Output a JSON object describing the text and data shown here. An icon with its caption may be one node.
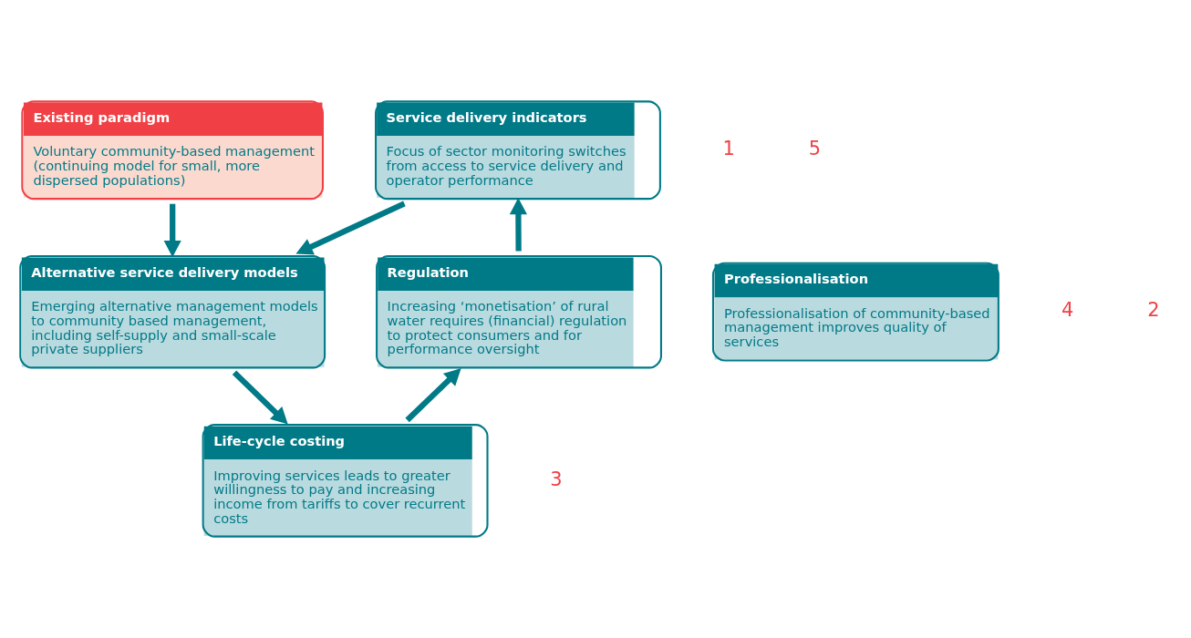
{
  "diagram": {
    "nodes": [
      {
        "text": [
          "Existing paradigm",
          "Voluntary community-based management (continuing model for small, more dispersed populations)"
        ]
      },
      {
        "text": [
          "Service delivery indicators",
          "Focus of sector monitoring switches from access to service delivery and operator performance"
        ]
      },
      {
        "text": [
          "Alternative service delivery models",
          "Emerging alternative management models to community based management, including self-supply and small-scale private suppliers"
        ]
      },
      {
        "text": [
          "Professionalisation",
          "Professionalisation of community-based management improves quality of services"
        ]
      },
      {
        "text": [
          "Regulation",
          "Increasing ‘monetisation’ of rural water requires (financial) regulation to protect consumers and for performance oversight"
        ]
      },
      {
        "text": [
          "Life-cycle costing",
          "Improving services leads to greater willingness to pay and increasing income from tariffs to cover recurrent costs"
        ]
      }
    ],
    "edges": [
      {
        "from": 0,
        "to": 2,
        "arrow": "to"
      },
      {
        "from": 1,
        "to": 2,
        "arrow": "to"
      },
      {
        "from": 2,
        "to": 5,
        "arrow": "to"
      },
      {
        "from": 5,
        "to": 4,
        "arrow": "to"
      },
      {
        "from": 4,
        "to": 1,
        "arrow": "to"
      }
    ],
    "labels": [
      "1",
      "5",
      "4",
      "2",
      "3"
    ]
  }
}
